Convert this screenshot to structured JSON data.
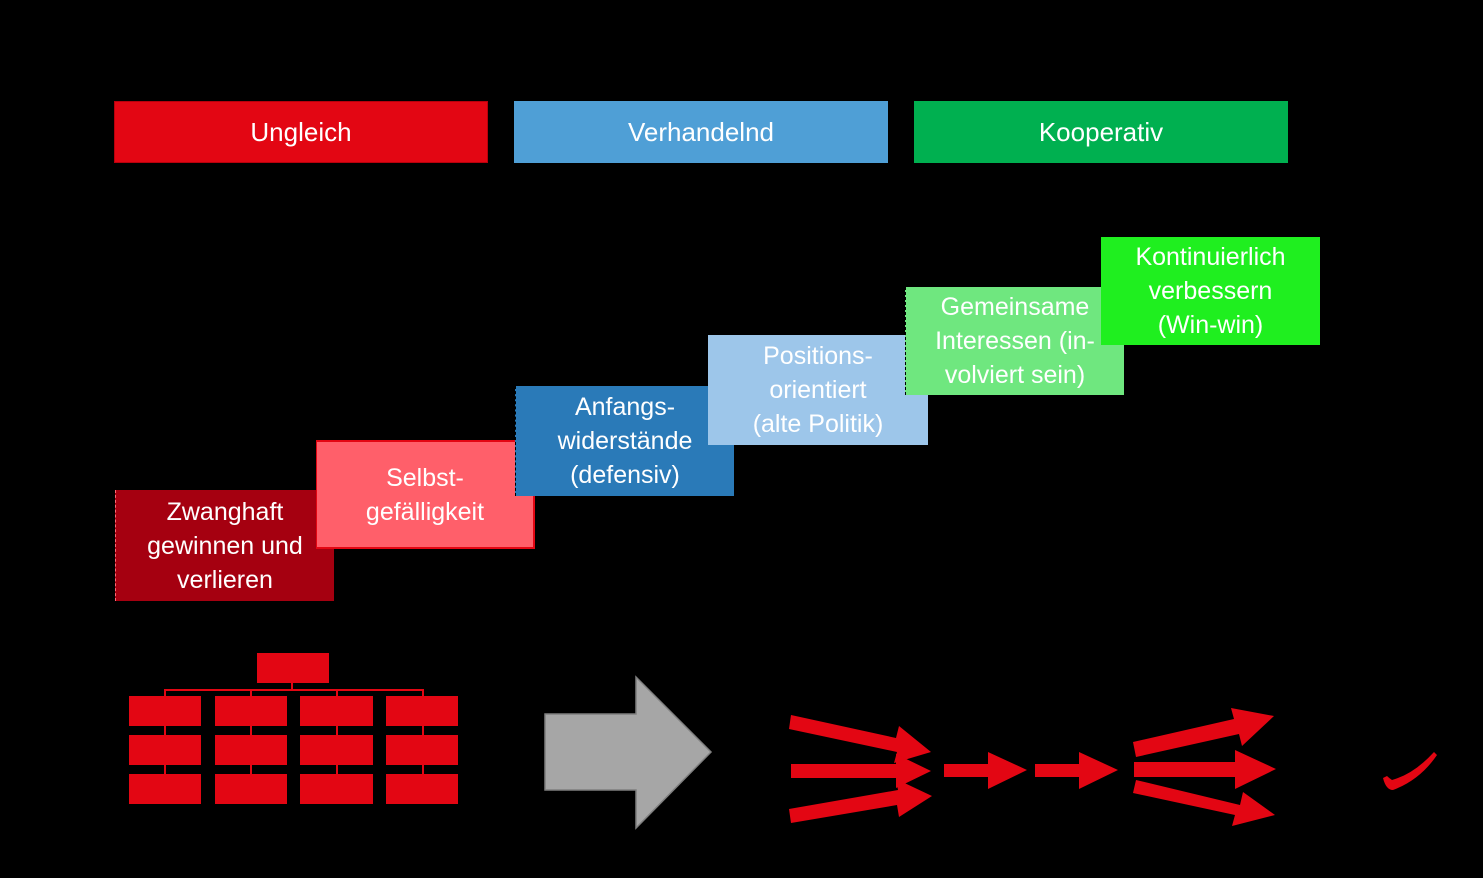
{
  "colors": {
    "ungleich": "#e30613",
    "verhandelnd": "#4f9fd6",
    "kooperativ": "#00b050",
    "step1": "#a50010",
    "step2": "#ff5f6a",
    "step3": "#2a7ab8",
    "step4": "#9dc6ea",
    "step5": "#6fe77f",
    "step6": "#1fef1f",
    "hierarchy": "#e30613",
    "big_arrow": "#a6a6a6",
    "flow_arrows": "#e30613"
  },
  "headers": {
    "ungleich": "Ungleich",
    "verhandelnd": "Verhandelnd",
    "kooperativ": "Kooperativ"
  },
  "steps": {
    "s1": "Zwanghaft\ngewinnen und\nverlieren",
    "s2": "Selbst-\ngefälligkeit",
    "s3": "Anfangs-\nwiderstände\n(defensiv)",
    "s4": "Positions-\norientiert\n(alte Politik)",
    "s5": "Gemeinsame\nInteressen (in-\nvolviert sein)",
    "s6": "Kontinuierlich\nverbessern\n(Win-win)"
  },
  "icons": {
    "hierarchy": "org-chart-icon",
    "transition": "right-arrow-icon",
    "flow": "converging-diverging-arrows-icon",
    "check": "check-mark-icon"
  }
}
